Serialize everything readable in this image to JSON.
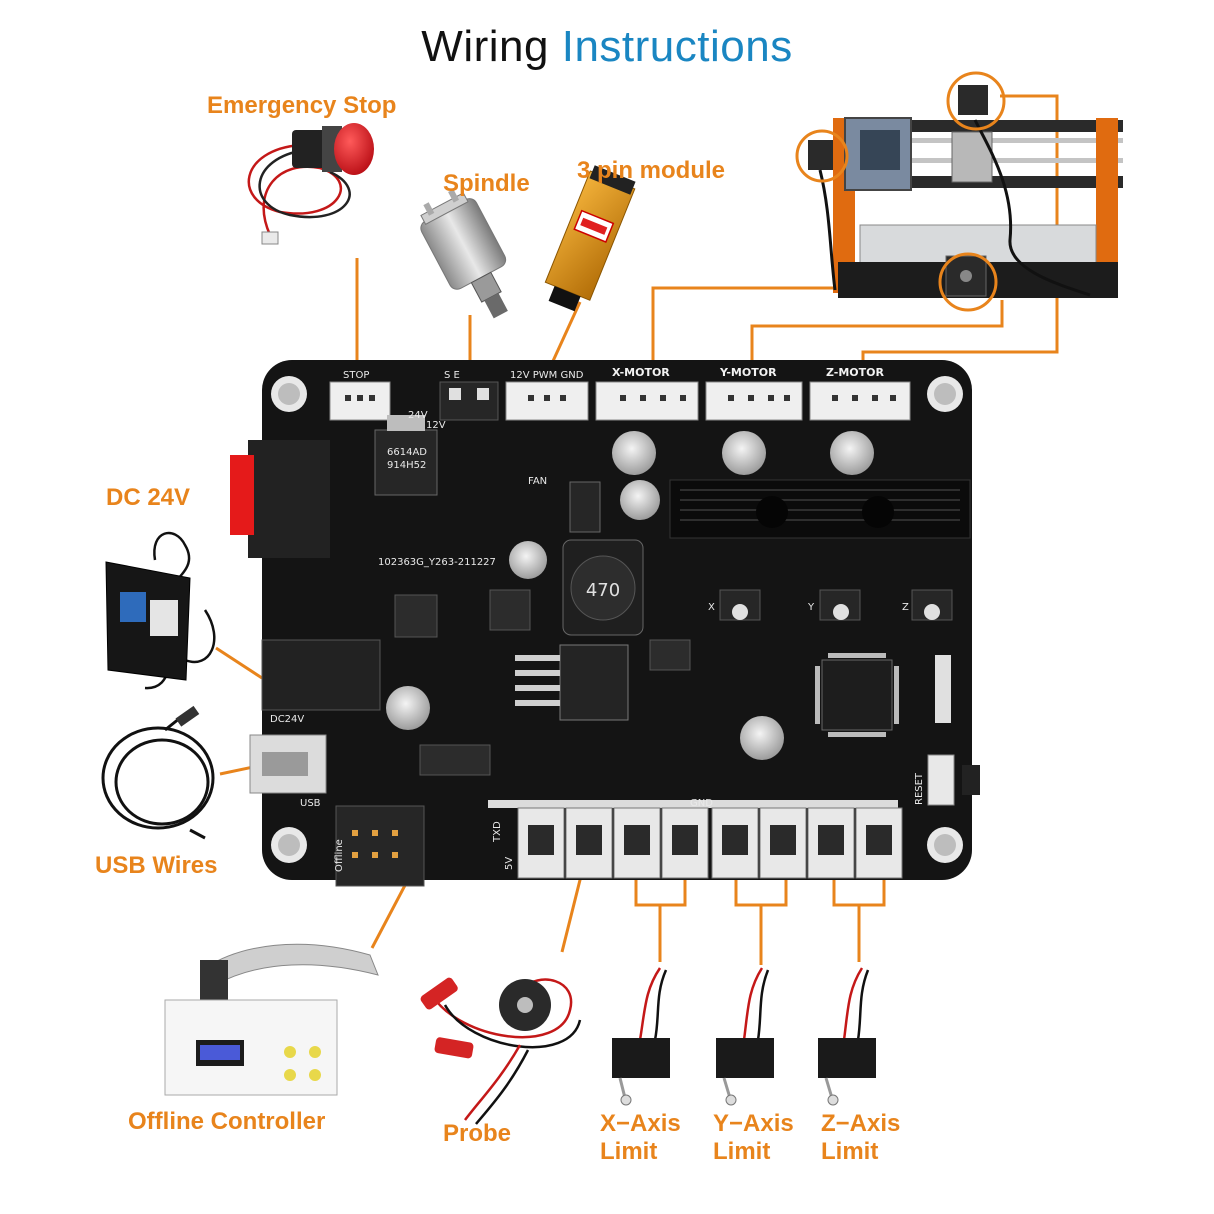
{
  "title": {
    "part1": "Wiring",
    "part2": "Instructions"
  },
  "colors": {
    "accent": "#e8841c",
    "title_blue": "#1a86c2",
    "board": "#141414",
    "title_black": "#111111"
  },
  "labels": {
    "emergency_stop": "Emergency Stop",
    "spindle": "Spindle",
    "pin_module": "3 pin module",
    "dc24v": "DC 24V",
    "usb_wires": "USB Wires",
    "offline_controller": "Offline Controller",
    "probe": "Probe",
    "x_axis": {
      "line1": "X−Axis",
      "line2": "Limit"
    },
    "y_axis": {
      "line1": "Y−Axis",
      "line2": "Limit"
    },
    "z_axis": {
      "line1": "Z−Axis",
      "line2": "Limit"
    }
  },
  "board": {
    "silk_stop": "STOP",
    "silk_spindle": "S         E",
    "silk_pwm": "12V PWM GND",
    "silk_xmotor": "X-MOTOR",
    "silk_ymotor": "Y-MOTOR",
    "silk_zmotor": "Z-MOTOR",
    "silk_24v": "24V",
    "silk_12v": "12V",
    "silk_fan": "FAN",
    "silk_serial": "102363G_Y263-211227",
    "silk_inductor": "470",
    "silk_x": "X",
    "silk_y": "Y",
    "silk_z": "Z",
    "silk_dc24v": "DC24V",
    "silk_usb": "USB",
    "silk_reset": "RESET",
    "silk_gnd": "GND",
    "silk_offline": "Offline",
    "silk_txd": "TXD",
    "silk_5v": "5V",
    "chip_code": "6614AD",
    "chip_code2": "914H52"
  }
}
